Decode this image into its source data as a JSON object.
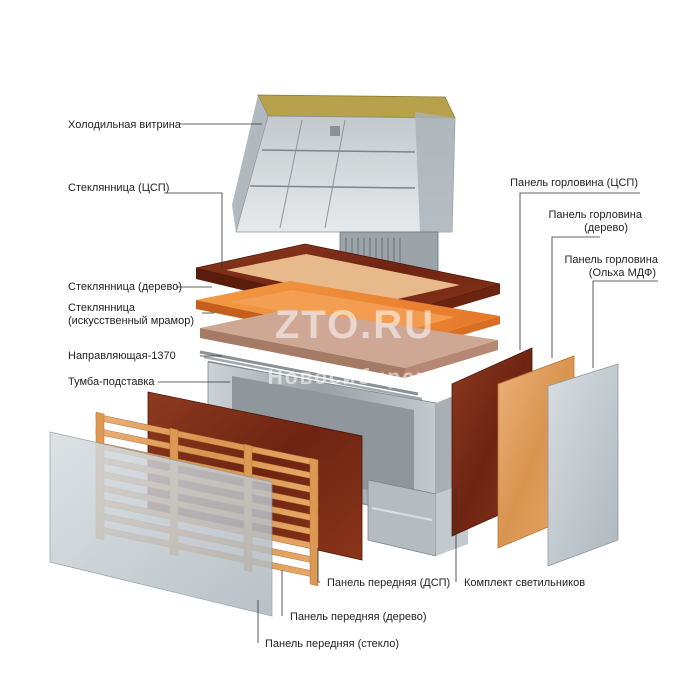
{
  "labels": {
    "cold_display": "Холодильная витрина",
    "glass_holder_csp": "Стеклянница (ЦСП)",
    "glass_holder_wood": "Стеклянница (дерево)",
    "glass_holder_marble_l1": "Стеклянница",
    "glass_holder_marble_l2": "(искусственный мрамор)",
    "guide_rail": "Направляющая-1370",
    "base_cabinet": "Тумба-подставка",
    "neck_panel_csp": "Панель горловина (ЦСП)",
    "neck_panel_wood_l1": "Панель горловина",
    "neck_panel_wood_l2": "(дерево)",
    "neck_panel_mdf_l1": "Панель горловина",
    "neck_panel_mdf_l2": "(Ольха МДФ)",
    "front_panel_dsp": "Панель передняя (ДСП)",
    "light_kit": "Комплект светильников",
    "front_panel_wood": "Панель передняя (дерево)",
    "front_panel_glass": "Панель передняя (стекло)"
  },
  "watermark": {
    "line1": "ZTO.RU",
    "line2": "Новосибирск"
  },
  "colors": {
    "mahogany": "#7a2a14",
    "wood_light": "#e0a061",
    "marble_orange": "#ee8a35",
    "steel": "#b9c0c5",
    "glass": "#c6ced4"
  }
}
